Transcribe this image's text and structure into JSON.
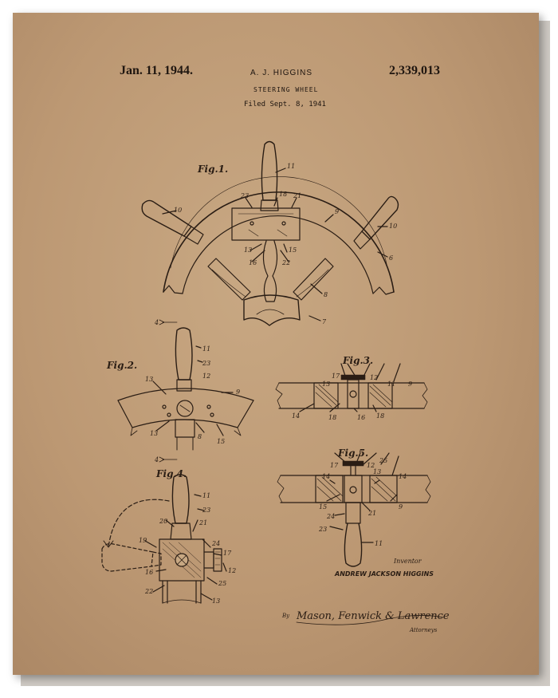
{
  "header": {
    "date": "Jan. 11, 1944.",
    "inventor": "A. J. HIGGINS",
    "patent_number": "2,339,013",
    "subject": "STEERING WHEEL",
    "filed": "Filed Sept. 8, 1941"
  },
  "figures": {
    "fig1": "Fig.1.",
    "fig2": "Fig.2.",
    "fig3": "Fig.3.",
    "fig4": "Fig.4.",
    "fig5": "Fig.5."
  },
  "reference_numerals": {
    "fig1": [
      "11",
      "10",
      "23",
      "18",
      "21",
      "9",
      "10",
      "13",
      "15",
      "16",
      "22",
      "6",
      "8",
      "7"
    ],
    "fig2": [
      "4",
      "11",
      "23",
      "12",
      "13",
      "9",
      "15",
      "8",
      "13",
      "4"
    ],
    "fig3": [
      "17",
      "12",
      "13",
      "11",
      "9",
      "14",
      "18",
      "16",
      "18"
    ],
    "fig4": [
      "11",
      "23",
      "20",
      "21",
      "19",
      "24",
      "17",
      "12",
      "16",
      "25",
      "22",
      "13"
    ],
    "fig5": [
      "17",
      "12",
      "25",
      "14",
      "13",
      "14",
      "15",
      "21",
      "9",
      "24",
      "23",
      "11"
    ]
  },
  "inventor_block": {
    "caption": "Inventor",
    "name": "ANDREW JACKSON HIGGINS",
    "by": "By",
    "signature": "Mason, Fenwick & Lawrence",
    "attorneys": "Attorneys"
  },
  "colors": {
    "paper": "#bc9873",
    "ink": "#2a1d14"
  }
}
